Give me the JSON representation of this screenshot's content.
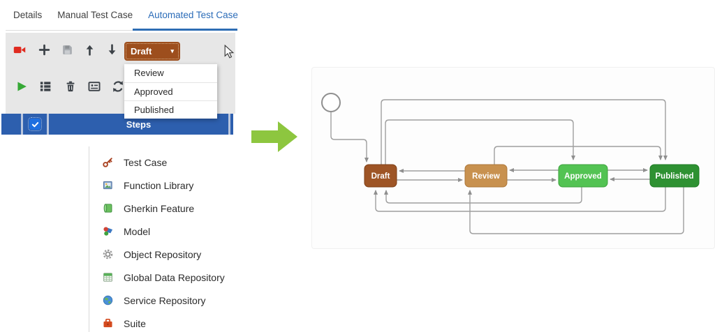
{
  "app": {
    "tabs": [
      {
        "label": "Details",
        "active": false
      },
      {
        "label": "Manual Test Case",
        "active": false
      },
      {
        "label": "Automated Test Case",
        "active": true
      }
    ],
    "toolbar": {
      "icons_row1": [
        "record",
        "add",
        "save",
        "move-up",
        "move-down"
      ],
      "status_dropdown": {
        "value": "Draft",
        "caret": "▾",
        "options": [
          "Review",
          "Approved",
          "Published"
        ]
      },
      "icons_row2": [
        "run",
        "step-list",
        "delete",
        "data-view",
        "refresh"
      ]
    },
    "steps_table": {
      "header": "Steps",
      "checkbox_checked": true
    }
  },
  "menu": {
    "items": [
      {
        "label": "Test Case",
        "icon": "key-icon"
      },
      {
        "label": "Function Library",
        "icon": "library-icon"
      },
      {
        "label": "Gherkin Feature",
        "icon": "gherkin-scroll-icon"
      },
      {
        "label": "Model",
        "icon": "model-shapes-icon"
      },
      {
        "label": "Object Repository",
        "icon": "gear-icon"
      },
      {
        "label": "Global Data Repository",
        "icon": "data-grid-icon"
      },
      {
        "label": "Service Repository",
        "icon": "globe-icon"
      },
      {
        "label": "Suite",
        "icon": "briefcase-icon"
      }
    ]
  },
  "diagram": {
    "states": [
      {
        "name": "Draft",
        "color": "#9e5526"
      },
      {
        "name": "Review",
        "color": "#c8914f"
      },
      {
        "name": "Approved",
        "color": "#53c353"
      },
      {
        "name": "Published",
        "color": "#2e9132"
      }
    ],
    "transitions": [
      {
        "from": "start",
        "to": "Draft"
      },
      {
        "from": "Draft",
        "to": "Review"
      },
      {
        "from": "Review",
        "to": "Draft"
      },
      {
        "from": "Review",
        "to": "Approved"
      },
      {
        "from": "Approved",
        "to": "Review"
      },
      {
        "from": "Approved",
        "to": "Published"
      },
      {
        "from": "Published",
        "to": "Approved"
      },
      {
        "from": "Draft",
        "to": "Approved"
      },
      {
        "from": "Draft",
        "to": "Published"
      },
      {
        "from": "Review",
        "to": "Published"
      },
      {
        "from": "Approved",
        "to": "Draft"
      },
      {
        "from": "Published",
        "to": "Draft"
      },
      {
        "from": "Published",
        "to": "Review"
      }
    ]
  },
  "colors": {
    "accent_blue": "#2e6db4",
    "header_blue": "#2d5fae",
    "status_brown": "#9d4e1d",
    "flow_arrow_green": "#8dc63f",
    "connector_gray": "#9f9f9f"
  }
}
